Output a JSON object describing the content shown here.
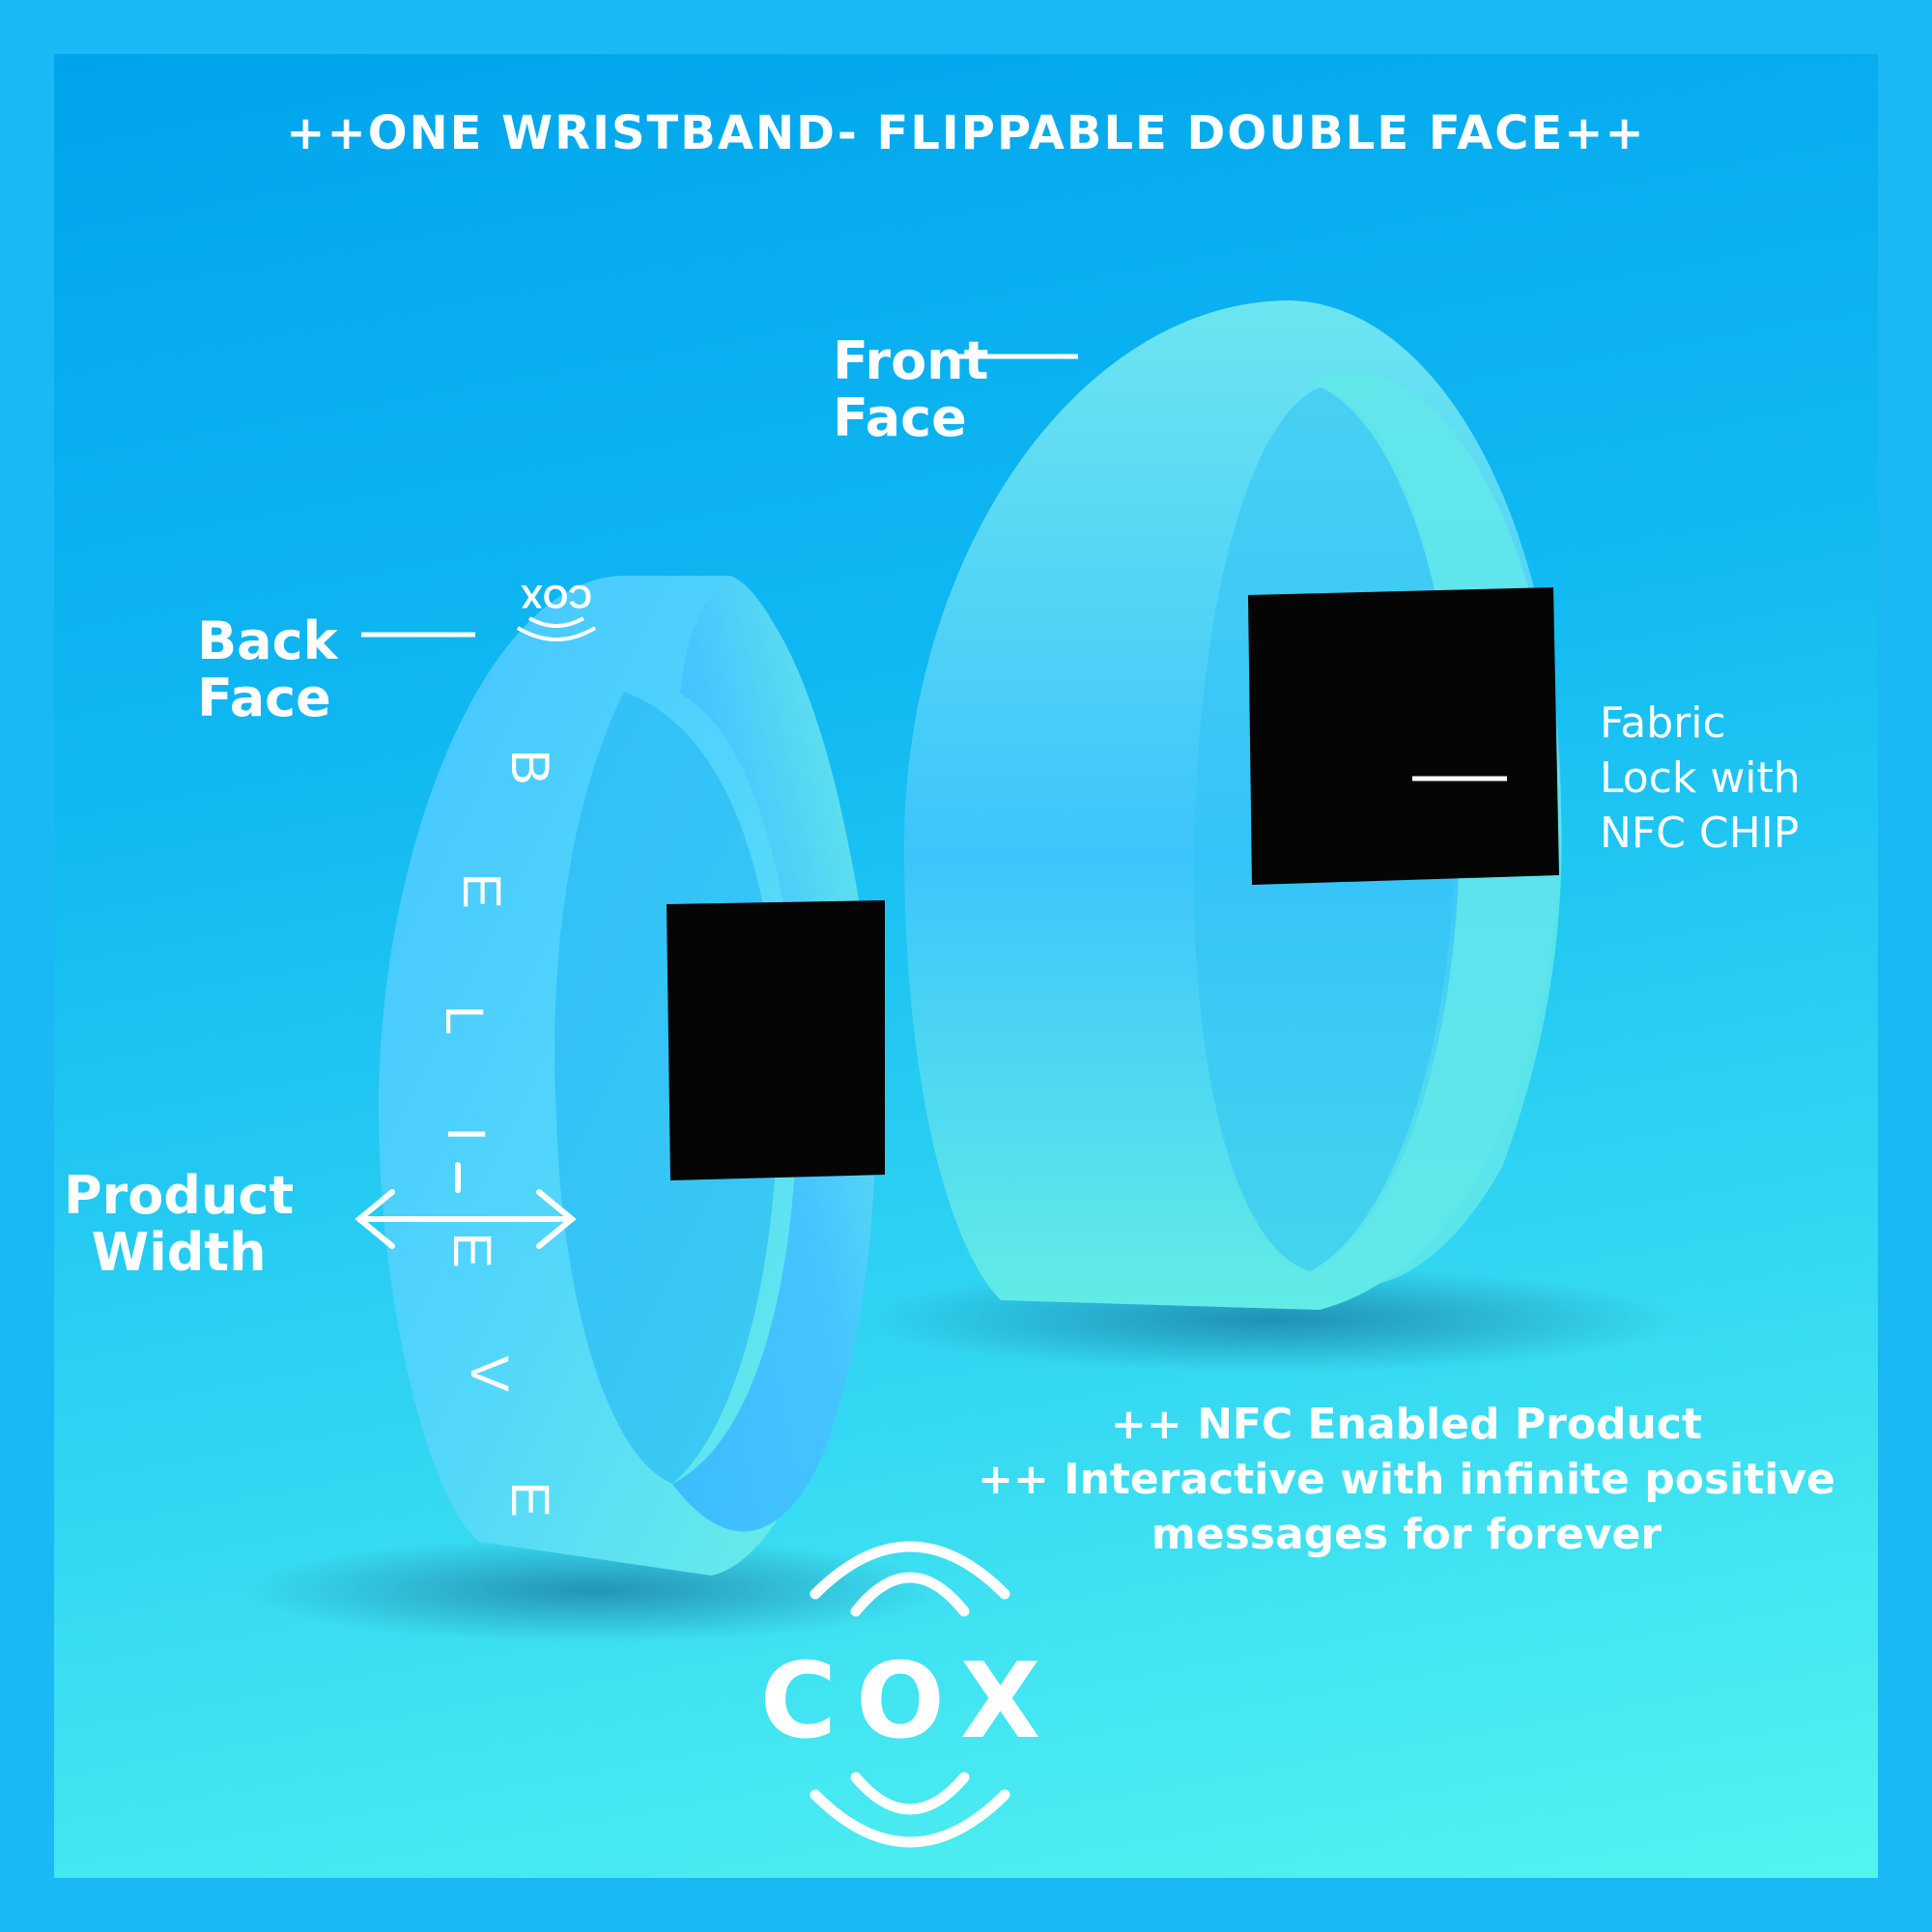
{
  "headline": "++ONE WRISTBAND- FLIPPABLE DOUBLE FACE++",
  "labels": {
    "front_face": [
      "Front",
      "Face"
    ],
    "back_face": [
      "Back",
      "Face"
    ],
    "product_width": [
      "Product",
      "Width"
    ],
    "fabric_lock": [
      "Fabric",
      "Lock with",
      "NFC CHIP"
    ]
  },
  "band_text": {
    "believe": [
      "B",
      "E",
      "L",
      "I",
      "E",
      "V",
      "E"
    ],
    "mini_logo": "COX"
  },
  "promo_lines": [
    "++ NFC Enabled Product",
    "++ Interactive with infinite positive",
    "messages for forever"
  ],
  "logo": {
    "text": "COX"
  },
  "colors": {
    "outer_border": "#1ab8f5",
    "band_light": "#6cf0e4",
    "band_blue": "#45c4ff",
    "lock": "#050505",
    "text": "#ffffff"
  }
}
